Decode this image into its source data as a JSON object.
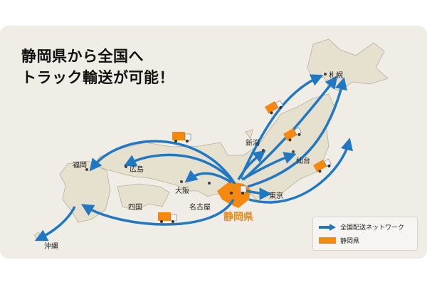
{
  "title": {
    "line1": "静岡県から全国へ",
    "line2": "トラック輸送が可能！"
  },
  "origin": {
    "label": "静岡県",
    "color": "#f5890f"
  },
  "cities": {
    "sapporo": "札幌",
    "niigata": "新潟",
    "sendai": "仙台",
    "tokyo": "東京",
    "osaka": "大阪",
    "nagoya": "名古屋",
    "hiroshima": "広島",
    "fukuoka": "福岡",
    "shikoku": "四国",
    "okinawa": "沖縄"
  },
  "legend": {
    "network_label": "全国配送ネットワーク",
    "network_color": "#1f78c1",
    "origin_label": "静岡県"
  },
  "icons": [
    "truck-icon",
    "arrow-icon",
    "city-dot-icon"
  ]
}
